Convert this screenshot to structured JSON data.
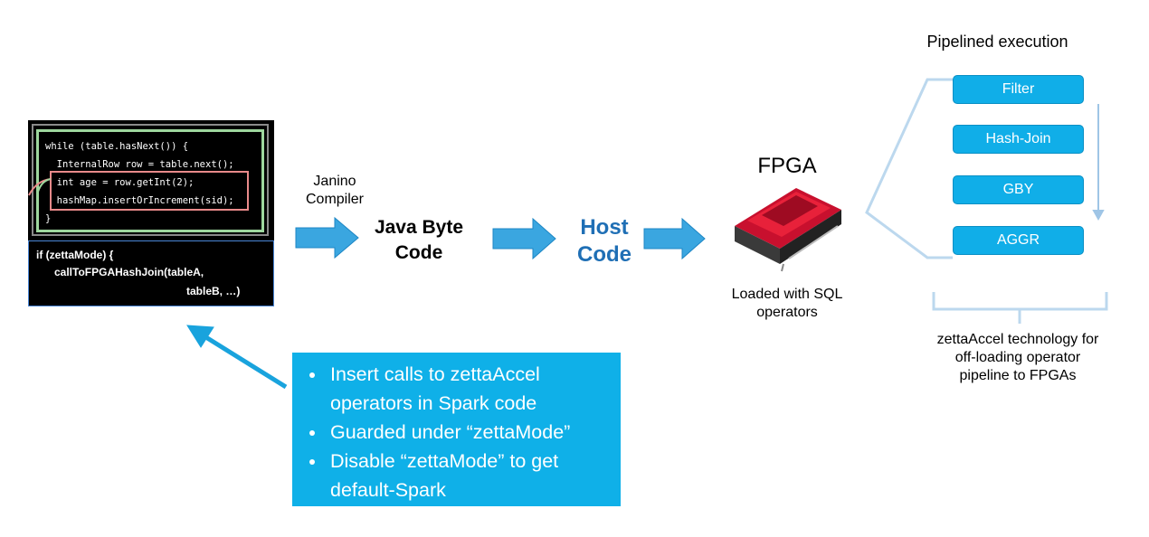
{
  "code_panel": {
    "lines": [
      "while (table.hasNext()) {",
      "  InternalRow row = table.next();",
      "  int age = row.getInt(2);",
      "  hashMap.insertOrIncrement(sid);",
      "}"
    ],
    "zetta_lines": [
      "if (zettaMode) {",
      "callToFPGAHashJoin(tableA,",
      "tableB, …)"
    ]
  },
  "compiler_label": [
    "Janino",
    "Compiler"
  ],
  "java_byte_code": [
    "Java Byte",
    "Code"
  ],
  "host_code": [
    "Host",
    "Code"
  ],
  "fpga": {
    "title": "FPGA",
    "caption": [
      "Loaded with SQL",
      "operators"
    ]
  },
  "pipeline": {
    "title": "Pipelined execution",
    "stages": [
      "Filter",
      "Hash-Join",
      "GBY",
      "AGGR"
    ],
    "caption": [
      "zettaAccel technology for",
      "off-loading operator",
      "pipeline to FPGAs"
    ]
  },
  "callout": {
    "bullets": [
      "Insert calls to zettaAccel operators in Spark code",
      "Guarded under “zettaMode”",
      "Disable “zettaMode” to get default-Spark"
    ]
  },
  "colors": {
    "accent_blue": "#10aee8",
    "host_code_text": "#1f6fb5",
    "line_light_blue": "#bcd8ee"
  }
}
